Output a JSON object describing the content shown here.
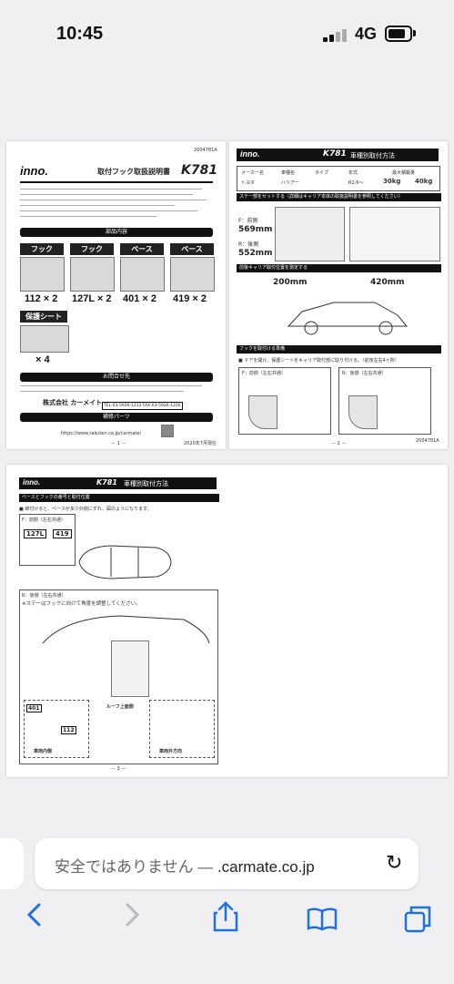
{
  "status": {
    "time": "10:45",
    "network": "4G"
  },
  "page1": {
    "code": "2004781A",
    "brand": "inno.",
    "title": "取付フック取扱説明書",
    "model": "K781",
    "section_parts": "部品内容",
    "parts": [
      {
        "name": "フック",
        "size": "112 × 2"
      },
      {
        "name": "フック",
        "size": "127L × 2"
      },
      {
        "name": "ベース",
        "size": "401 × 2"
      },
      {
        "name": "ベース",
        "size": "419 × 2"
      }
    ],
    "sheet_label": "保護シート",
    "sheet_count": "× 4",
    "contact_heading": "お問合せ先",
    "company": "株式会社 カーメイト",
    "tel": "TEL:03-5926-1212  FAX:03-5926-1216",
    "repair_heading": "補修パーツ",
    "shop_url": "https://www.rakuten.co.jp/carmate/",
    "page_no": "－ 1 －",
    "date": "2020年7月現在"
  },
  "page2": {
    "brand": "inno.",
    "model": "K781",
    "title": "車種別取付方法",
    "table_headers": [
      "メーカー名",
      "車種名",
      "タイプ",
      "年式",
      "最大積載量"
    ],
    "table_values": [
      "トヨタ",
      "ハリアー",
      "",
      "R2.6〜",
      "30kg",
      "40kg"
    ],
    "stay_heading": "ステー部をセットする（詳細はキャリア本体の取扱説明書を参照してください）",
    "front_label": "F：前側",
    "front_value": "569mm",
    "rear_label": "R：後側",
    "rear_value": "552mm",
    "position_heading": "前後キャリア取付位置を測定する",
    "measure_a": "200mm",
    "measure_c": "420mm",
    "hook_heading": "フックを取付ける準備",
    "hook_note": "■ ドアを開け、保護シートをキャリア取付部に貼り付ける。（前後左右4ヶ所）",
    "panel_f": "F：前側（左右共通）",
    "panel_r": "R：後側（左右共通）",
    "page_no": "－ 2 －",
    "code": "2004781A"
  },
  "page3": {
    "brand": "inno.",
    "model": "K781",
    "title": "車種別取付方法",
    "subheading": "ベースとフックの番号と取付位置",
    "note": "■ 締付けると、ベースが多少外側にずれ、図のようになります。",
    "front_panel": "F：前側（左右共通）",
    "hook_front": "127L",
    "base_front": "419",
    "rear_panel": "R：後側（左右共通）",
    "stay_note": "※ステーはフックに向けて角度を調整してください。",
    "base_rear": "401",
    "hook_rear": "112",
    "roof_label": "ルーフ上面側",
    "inside_label": "車両内側",
    "outside_label": "車両外方向",
    "page_no": "－ 3 －"
  },
  "browser": {
    "url_warning": "安全ではありません —",
    "url_domain": ".carmate.co.jp"
  }
}
